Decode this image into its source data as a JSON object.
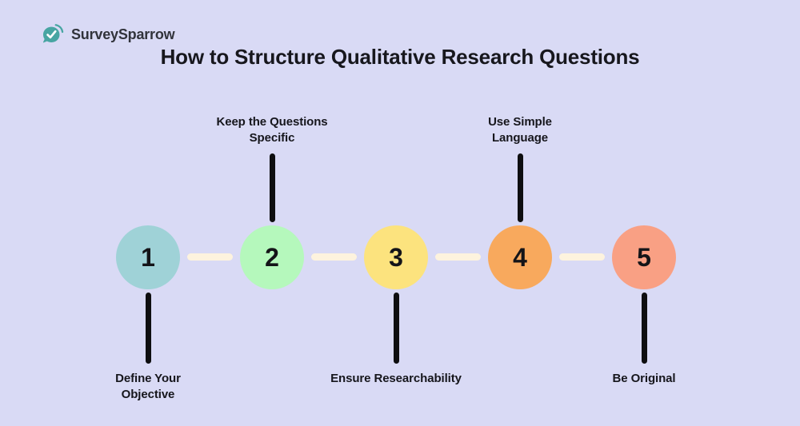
{
  "meta": {
    "background_color": "#d9daf5",
    "text_color": "#16161c",
    "connector_color": "#fdf3de",
    "tick_color": "#0e0e10"
  },
  "logo": {
    "brand": "SurveySparrow",
    "icon": "sparrow-check-icon",
    "icon_color": "#47a5a2",
    "text_color": "#31333b"
  },
  "title": {
    "text": "How to Structure Qualitative Research Questions"
  },
  "timeline": {
    "steps": [
      {
        "number": "1",
        "label": "Define Your Objective",
        "label_position": "below",
        "circle_color": "#9fd2d7"
      },
      {
        "number": "2",
        "label": "Keep the Questions Specific",
        "label_position": "above",
        "circle_color": "#b5f8bc"
      },
      {
        "number": "3",
        "label": "Ensure Researchability",
        "label_position": "below",
        "circle_color": "#fce37e"
      },
      {
        "number": "4",
        "label": "Use Simple Language",
        "label_position": "above",
        "circle_color": "#f8a95d"
      },
      {
        "number": "5",
        "label": "Be Original",
        "label_position": "below",
        "circle_color": "#f9a084"
      }
    ]
  }
}
